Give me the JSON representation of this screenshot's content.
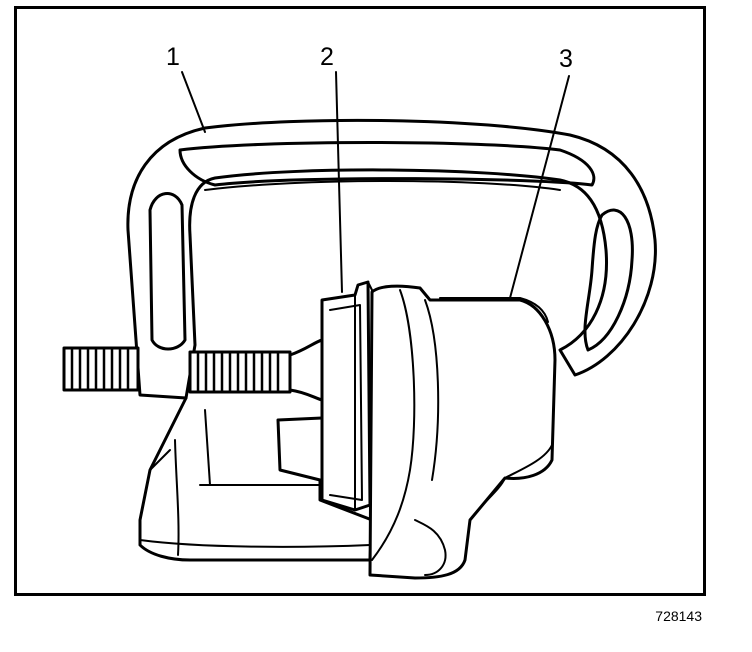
{
  "callouts": {
    "one": "1",
    "two": "2",
    "three": "3"
  },
  "figure_number": "728143",
  "colors": {
    "line": "#000000",
    "background": "#ffffff"
  }
}
